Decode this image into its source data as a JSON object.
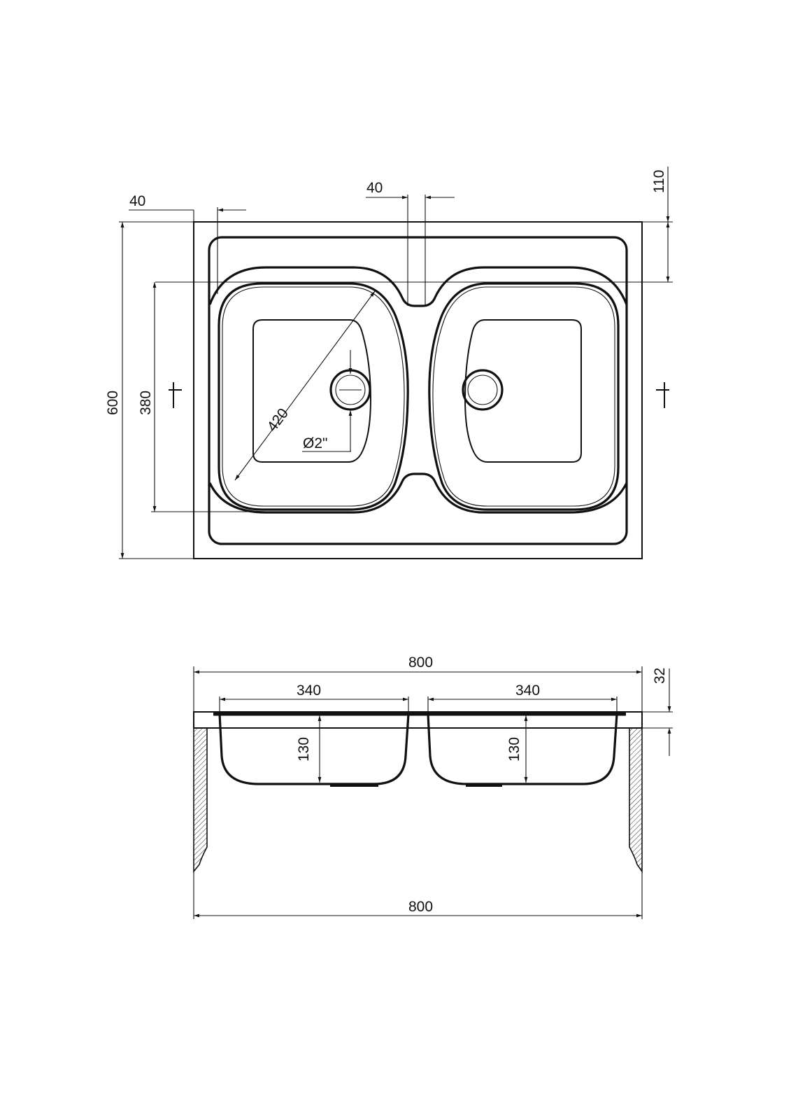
{
  "top_view": {
    "dim_left_offset": "40",
    "dim_center_divider": "40",
    "dim_top_to_bowl": "110",
    "dim_total_depth": "600",
    "dim_bowl_depth": "380",
    "dim_bowl_diagonal": "420",
    "dim_drain": "Ø2\""
  },
  "side_view": {
    "dim_total_width_top": "800",
    "dim_deck_thickness": "32",
    "dim_left_bowl_width": "340",
    "dim_right_bowl_width": "340",
    "dim_left_bowl_depth": "130",
    "dim_right_bowl_depth": "130",
    "dim_total_width_bottom": "800"
  },
  "colors": {
    "line": "#111111",
    "background": "#ffffff"
  }
}
